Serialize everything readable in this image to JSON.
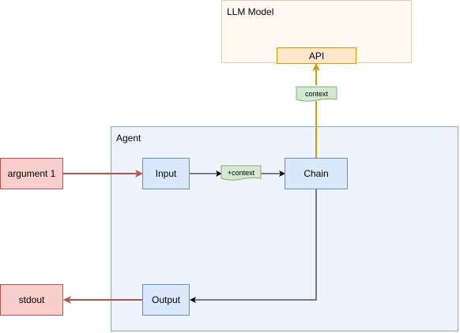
{
  "containers": {
    "llm_model": {
      "label": "LLM Model"
    },
    "agent": {
      "label": "Agent"
    }
  },
  "nodes": {
    "api": "API",
    "argument": "argument 1",
    "input": "Input",
    "chain": "Chain",
    "output": "Output",
    "stdout": "stdout"
  },
  "documents": {
    "context": "context",
    "plus_context": "+context"
  },
  "colors": {
    "blue_fill": "#dae8fc",
    "blue_stroke": "#6c8ebf",
    "red_fill": "#f8cecc",
    "red_stroke": "#b85450",
    "orange_fill": "#ffe6cc",
    "orange_stroke": "#d79b00",
    "green_fill": "#d5e8d4",
    "green_stroke": "#82b366"
  }
}
